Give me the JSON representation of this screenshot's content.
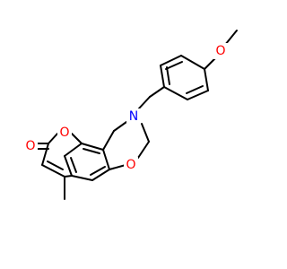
{
  "colors": {
    "bond": "#000000",
    "oxygen": "#ff0000",
    "nitrogen": "#0000ff",
    "background": "#ffffff"
  },
  "labels": {
    "o_methoxy": "O",
    "n_ring": "N",
    "o_ring_oxazine": "O",
    "o_ring_pyranone": "O",
    "o_carbonyl": "O"
  }
}
